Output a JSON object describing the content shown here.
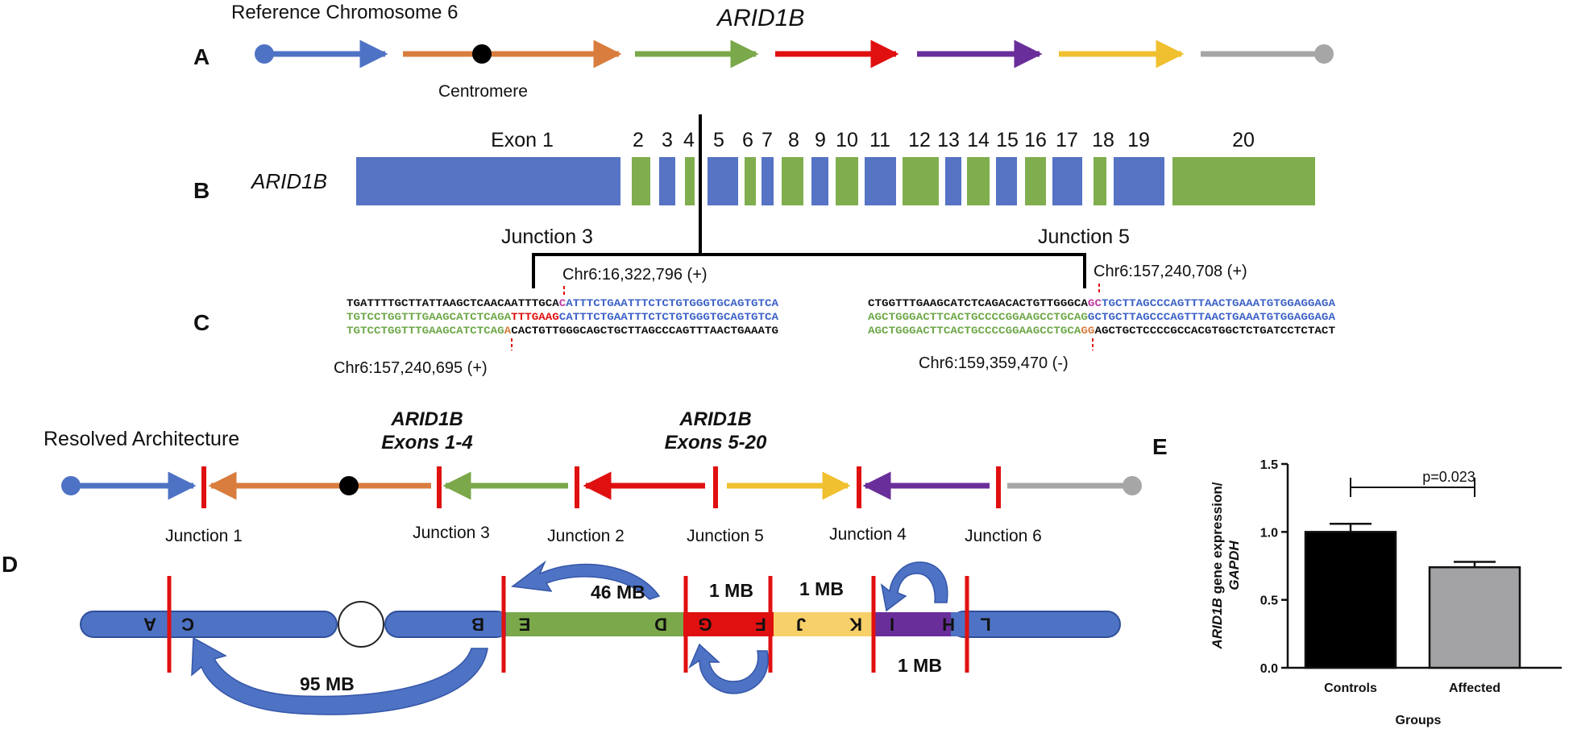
{
  "colors": {
    "blue": "#4E72C4",
    "orange": "#D97D3E",
    "green": "#7BA84A",
    "red": "#E01010",
    "purple": "#6A2E9A",
    "yellow": "#F0C030",
    "gray": "#A6A6A6",
    "exon_blue": "#5673C4",
    "exon_green": "#80AE4F",
    "seq_blue": "#3E63C8",
    "seq_green": "#6FA84A"
  },
  "panel_labels": {
    "a": "A",
    "b": "B",
    "c": "C",
    "d": "D",
    "e": "E"
  },
  "panel_a": {
    "title": "Reference Chromosome 6",
    "gene": "ARID1B",
    "centromere": "Centromere",
    "segments": [
      "blue",
      "orange",
      "green",
      "red",
      "purple",
      "yellow",
      "gray"
    ]
  },
  "panel_b": {
    "gene": "ARID1B",
    "exons": [
      {
        "label": "Exon 1",
        "color": "blue"
      },
      {
        "label": "2",
        "color": "green"
      },
      {
        "label": "3",
        "color": "blue"
      },
      {
        "label": "4",
        "color": "green"
      },
      {
        "label": "5",
        "color": "blue"
      },
      {
        "label": "6",
        "color": "green"
      },
      {
        "label": "7",
        "color": "blue"
      },
      {
        "label": "8",
        "color": "green"
      },
      {
        "label": "9",
        "color": "blue"
      },
      {
        "label": "10",
        "color": "green"
      },
      {
        "label": "11",
        "color": "blue"
      },
      {
        "label": "12",
        "color": "green"
      },
      {
        "label": "13",
        "color": "blue"
      },
      {
        "label": "14",
        "color": "green"
      },
      {
        "label": "15",
        "color": "blue"
      },
      {
        "label": "16",
        "color": "green"
      },
      {
        "label": "17",
        "color": "blue"
      },
      {
        "label": "18",
        "color": "green"
      },
      {
        "label": "19",
        "color": "blue"
      },
      {
        "label": "20",
        "color": "green"
      }
    ]
  },
  "panel_c": {
    "junction3": "Junction 3",
    "junction5": "Junction 5",
    "j3_top_coord": "Chr6:16,322,796 (+)",
    "j3_bottom_coord": "Chr6:157,240,695 (+)",
    "j5_top_coord": "Chr6:157,240,708 (+)",
    "j5_bottom_coord": "Chr6:159,359,470 (-)",
    "j3_seq1": {
      "a": "TGATTTTGCTTATTAAGCTCAACAATTTGCA",
      "b": "C",
      "c": "ATTTCTGAATTTCTCTGTGGGTGCAGTGTCA"
    },
    "j3_seq2": {
      "a": "TGTCCTGGTTTGAAGCATCTCAGA",
      "b": "TTTGAAG",
      "c": "CATTTCTGAATTTCTCTGTGGGTGCAGTGTCA"
    },
    "j3_seq3": {
      "a": "TGTCCTGGTTTGAAGCATCTCAG",
      "b": "A",
      "c": "CACTGTTGGGCAGCTGCTTAGCCCAGTTTAACTGAAATG"
    },
    "j5_seq1": {
      "a": "CTGGTTTGAAGCATCTCAGACACTGTTGGGCA",
      "b": "GC",
      "c": "TGCTTAGCCCAGTTTAACTGAAATGTGGAGGAGA"
    },
    "j5_seq2": {
      "a": "AGCTGGGACTTCACTGCCCCGGAAGCCTGCAG",
      "b": "",
      "c": "GCTGCTTAGCCCAGTTTAACTGAAATGTGGAGGAGA"
    },
    "j5_seq3": {
      "a": "AGCTGGGACTTCACTGCCCCGGAAGCCTGCA",
      "b": "GG",
      "c": "AGCTGCTCCCCGCCACGTGGCTCTGATCCTCTACT"
    }
  },
  "panel_d": {
    "title": "Resolved Architecture",
    "exons_1_4_line1": "ARID1B",
    "exons_1_4_line2": "Exons 1-4",
    "exons_5_20_line1": "ARID1B",
    "exons_5_20_line2": "Exons 5-20",
    "junctions": [
      "Junction 1",
      "Junction 3",
      "Junction 2",
      "Junction 5",
      "Junction 4",
      "Junction 6"
    ],
    "segment_letters": [
      "A",
      "C",
      "B",
      "E",
      "D",
      "G",
      "F",
      "J",
      "K",
      "I",
      "H",
      "L"
    ],
    "size_46": "46 MB",
    "size_95": "95 MB",
    "size_1a": "1 MB",
    "size_1b": "1 MB",
    "size_1c": "1 MB"
  },
  "chart_data": {
    "type": "bar",
    "categories": [
      "Controls",
      "Affected"
    ],
    "values": [
      1.0,
      0.74
    ],
    "errors": [
      0.06,
      0.04
    ],
    "bar_colors": [
      "#000000",
      "#A3A3A6"
    ],
    "ylabel_italic": "ARID1B",
    "ylabel_rest": " gene expression/",
    "ylabel_line2": "GAPDH",
    "xlabel": "Groups",
    "ylim": [
      0,
      1.5
    ],
    "yticks": [
      "0.0",
      "0.5",
      "1.0",
      "1.5"
    ],
    "annotation": "p=0.023"
  }
}
